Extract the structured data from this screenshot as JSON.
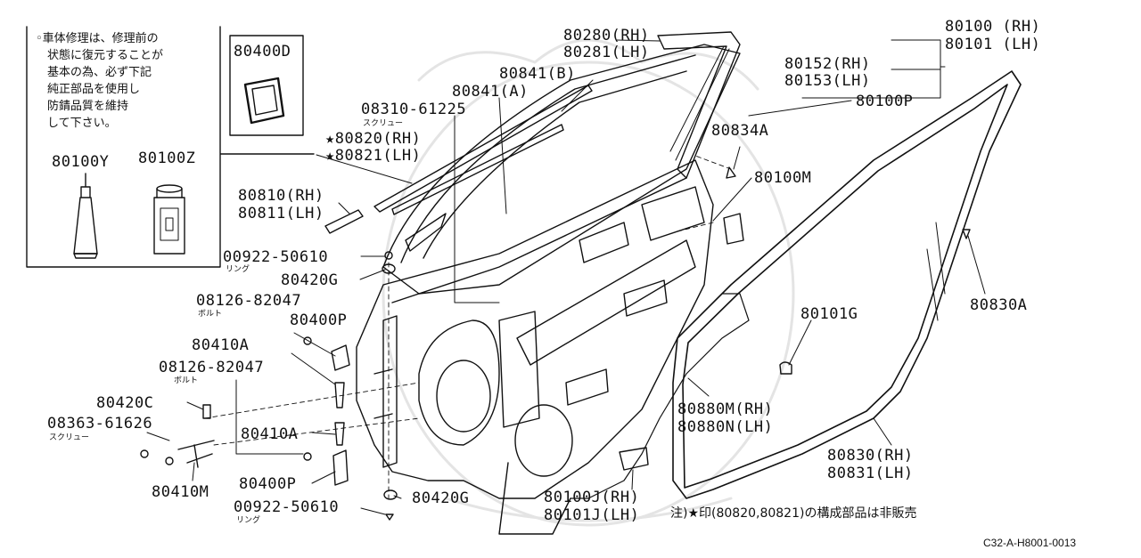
{
  "note": {
    "lines": [
      "◦車体修理は、修理前の",
      "状態に復元することが",
      "基本の為、必ず下記",
      "純正部品を使用し",
      "防錆品質を維持",
      "して下さい。"
    ]
  },
  "parts": {
    "p80400D": "80400D",
    "p80100Y": "80100Y",
    "p80100Z": "80100Z",
    "p80280": "80280(RH)",
    "p80281": "80281(LH)",
    "p80841B": "80841(B)",
    "p80841A": "80841(A)",
    "p08310": "08310-61225",
    "p08310_sub": "スクリュー",
    "p80820": "★80820(RH)",
    "p80821": "★80821(LH)",
    "p80810": "80810(RH)",
    "p80811": "80811(LH)",
    "p00922a": "00922-50610",
    "p00922a_sub": "リング",
    "p80420G_a": "80420G",
    "p08126a": "08126-82047",
    "p08126a_sub": "ボルト",
    "p80400P_a": "80400P",
    "p80410A_a": "80410A",
    "p08126b": "08126-82047",
    "p08126b_sub": "ボルト",
    "p80420C": "80420C",
    "p08363": "08363-61626",
    "p08363_sub": "スクリュー",
    "p80410A_b": "80410A",
    "p80400P_b": "80400P",
    "p80410M": "80410M",
    "p00922b": "00922-50610",
    "p00922b_sub": "リング",
    "p80420G_b": "80420G",
    "p80100": "80100 (RH)",
    "p80101": "80101 (LH)",
    "p80152": "80152(RH)",
    "p80153": "80153(LH)",
    "p80100P": "80100P",
    "p80834A": "80834A",
    "p80100M": "80100M",
    "p80830A": "80830A",
    "p80101G": "80101G",
    "p80880M": "80880M(RH)",
    "p80880N": "80880N(LH)",
    "p80830": "80830(RH)",
    "p80831": "80831(LH)",
    "p80100J": "80100J(RH)",
    "p80101J": "80101J(LH)"
  },
  "footnote": "注)★印(80820,80821)の構成部品は非販売",
  "drawing_ref": "C32-A-H8001-0013"
}
